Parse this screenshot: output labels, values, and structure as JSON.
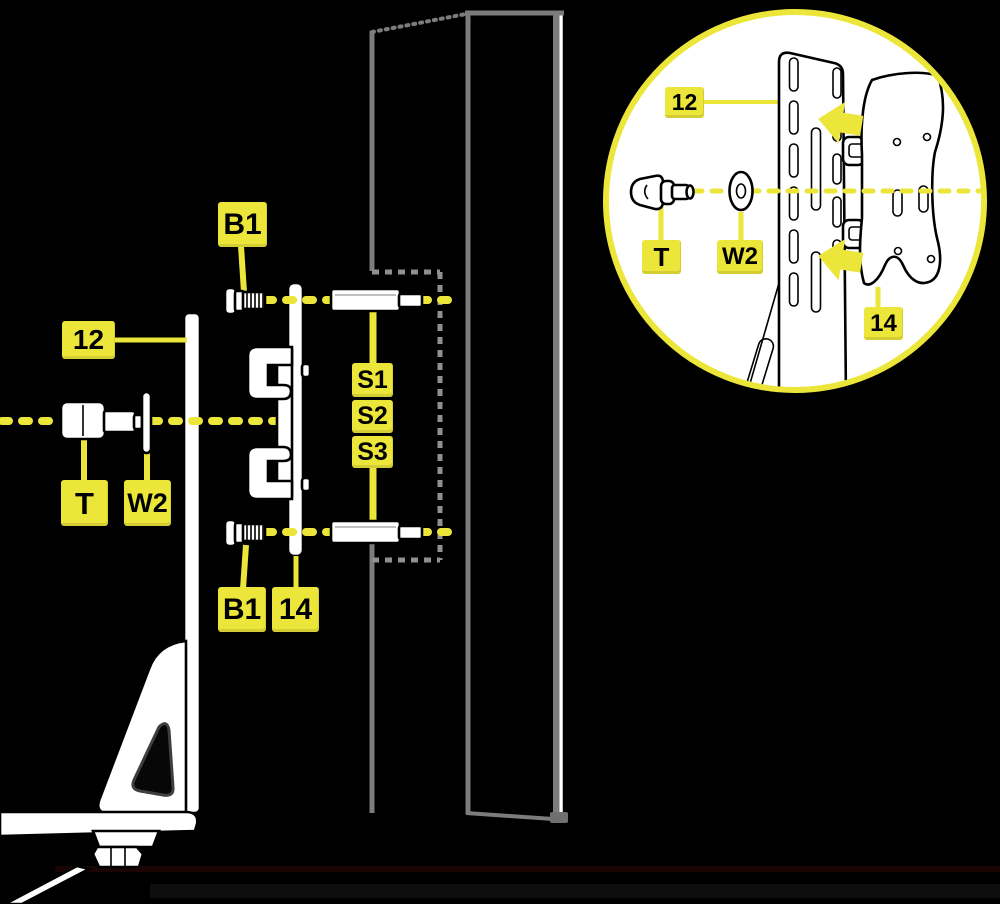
{
  "colors": {
    "background": "#000000",
    "accent_yellow": "#ece63a",
    "monitor_gray": "#7c7c7c",
    "part_white": "#ffffff",
    "outline_black": "#000000"
  },
  "main_view": {
    "labels": {
      "bolt_top": "B1",
      "bracket_plate": "12",
      "spacer_option_1": "S1",
      "spacer_option_2": "S2",
      "spacer_option_3": "S3",
      "toggle_screw": "T",
      "washer": "W2",
      "bolt_bottom": "B1",
      "vesa_plate": "14"
    }
  },
  "inset_view": {
    "labels": {
      "bracket_plate": "12",
      "toggle_screw": "T",
      "washer": "W2",
      "vesa_plate": "14"
    }
  }
}
